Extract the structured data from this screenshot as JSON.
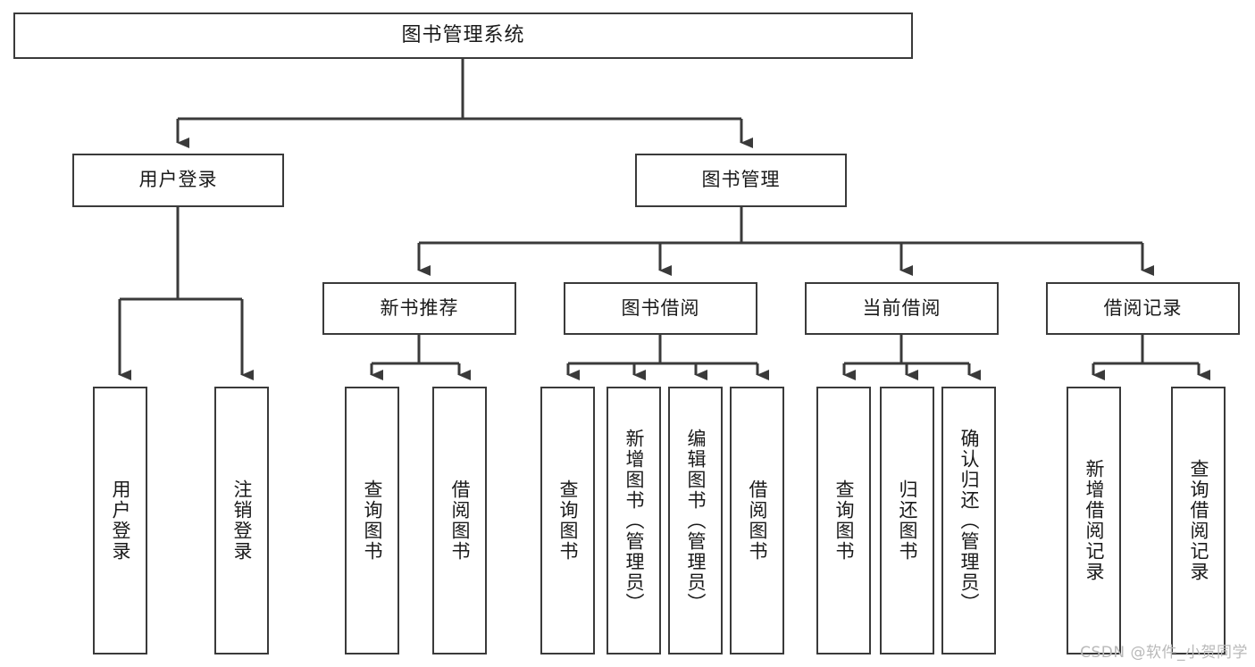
{
  "diagram": {
    "type": "tree",
    "title": "图书管理系统",
    "orientation": "top-down",
    "style": {
      "box_border": "#3a3a3a",
      "box_fill": "#ffffff",
      "line": "#3a3a3a",
      "text": "#1a1a1a",
      "background": "#ffffff"
    },
    "root": {
      "label": "图书管理系统"
    },
    "level2": [
      {
        "id": "user-login",
        "label": "用户登录"
      },
      {
        "id": "book-manage",
        "label": "图书管理"
      }
    ],
    "level3": [
      {
        "id": "new-book-rec",
        "label": "新书推荐",
        "parent": "book-manage"
      },
      {
        "id": "book-borrow",
        "label": "图书借阅",
        "parent": "book-manage"
      },
      {
        "id": "current-borrow",
        "label": "当前借阅",
        "parent": "book-manage"
      },
      {
        "id": "borrow-record",
        "label": "借阅记录",
        "parent": "book-manage"
      }
    ],
    "leaves": [
      {
        "id": "leaf-user-login",
        "label": "用户登录",
        "parent": "user-login"
      },
      {
        "id": "leaf-user-logout",
        "label": "注销登录",
        "parent": "user-login"
      },
      {
        "id": "leaf-query-book-1",
        "label": "查询图书",
        "parent": "new-book-rec"
      },
      {
        "id": "leaf-borrow-book-1",
        "label": "借阅图书",
        "parent": "new-book-rec"
      },
      {
        "id": "leaf-query-book-2",
        "label": "查询图书",
        "parent": "book-borrow"
      },
      {
        "id": "leaf-add-book",
        "label": "新增图书（管理员）",
        "parent": "book-borrow"
      },
      {
        "id": "leaf-edit-book",
        "label": "编辑图书（管理员）",
        "parent": "book-borrow"
      },
      {
        "id": "leaf-borrow-book-2",
        "label": "借阅图书",
        "parent": "book-borrow"
      },
      {
        "id": "leaf-query-book-3",
        "label": "查询图书",
        "parent": "current-borrow"
      },
      {
        "id": "leaf-return-book",
        "label": "归还图书",
        "parent": "current-borrow"
      },
      {
        "id": "leaf-confirm-return",
        "label": "确认归还（管理员）",
        "parent": "current-borrow"
      },
      {
        "id": "leaf-add-record",
        "label": "新增借阅记录",
        "parent": "borrow-record"
      },
      {
        "id": "leaf-query-record",
        "label": "查询借阅记录",
        "parent": "borrow-record"
      }
    ]
  },
  "watermark": {
    "text": "CSDN @软件_小贺同学"
  }
}
